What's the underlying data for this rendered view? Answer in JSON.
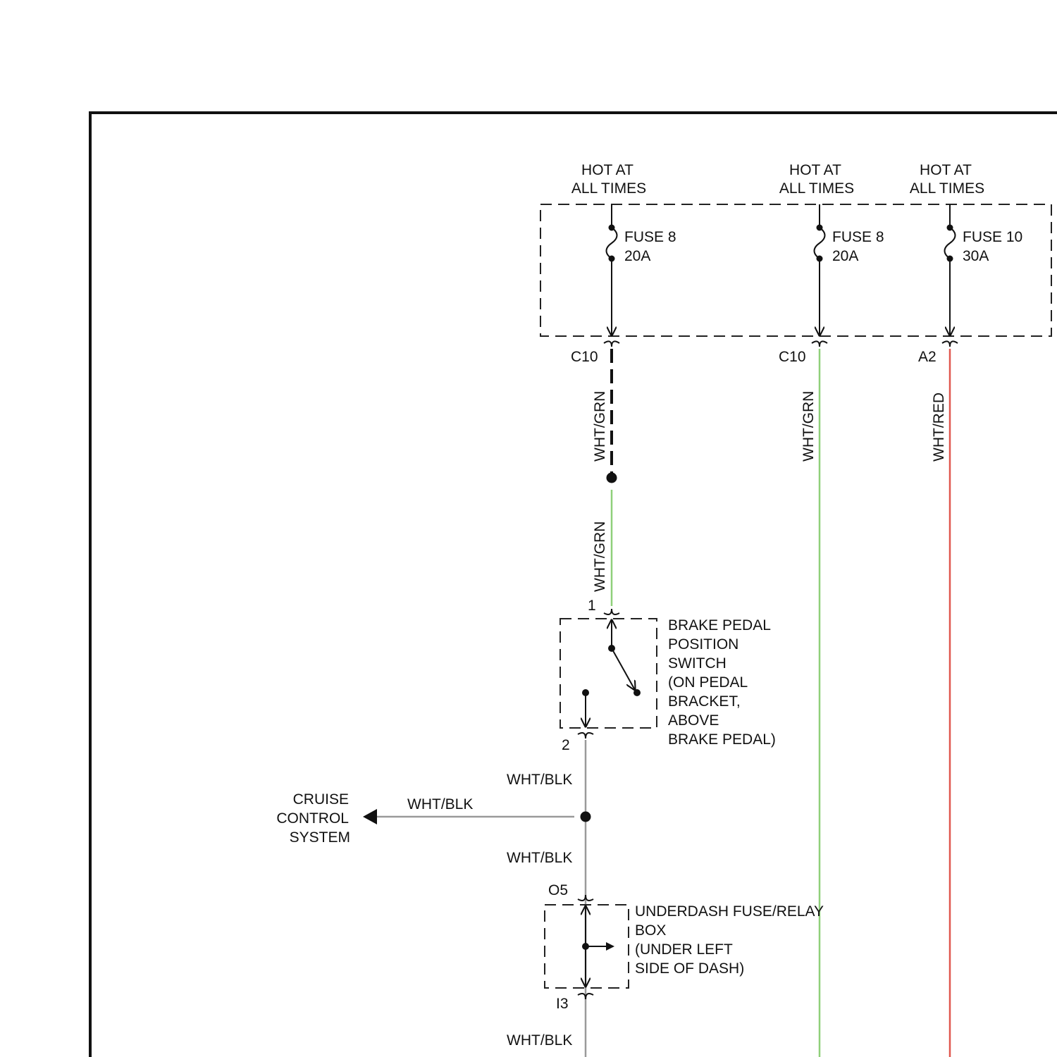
{
  "colors": {
    "wht_grn": "#8fd07a",
    "wht_red": "#e0574f",
    "wht_blk": "#9a9a9a"
  },
  "power": {
    "hot1": [
      "HOT AT",
      "ALL TIMES"
    ],
    "hot2": [
      "HOT AT",
      "ALL TIMES"
    ],
    "hot3": [
      "HOT AT",
      "ALL TIMES"
    ]
  },
  "fuses": {
    "f1": [
      "FUSE 8",
      "20A"
    ],
    "f2": [
      "FUSE 8",
      "20A"
    ],
    "f3": [
      "FUSE 10",
      "30A"
    ]
  },
  "connectors": {
    "c1": "C10",
    "c2": "C10",
    "c3": "A2",
    "pin1": "1",
    "pin2": "2",
    "o5": "O5",
    "i3": "I3"
  },
  "wires": {
    "w1": "WHT/GRN",
    "w2": "WHT/GRN",
    "w3": "WHT/GRN",
    "w4": "WHT/RED",
    "w5": "WHT/BLK",
    "w6": "WHT/BLK",
    "w7": "WHT/BLK",
    "w8": "WHT/BLK"
  },
  "components": {
    "brake_switch": [
      "BRAKE PEDAL",
      "POSITION",
      "SWITCH",
      "(ON PEDAL",
      "BRACKET,",
      "ABOVE",
      "BRAKE PEDAL)"
    ],
    "cruise": [
      "CRUISE",
      "CONTROL",
      "SYSTEM"
    ],
    "underdash": [
      "UNDERDASH FUSE/RELAY",
      "BOX",
      "(UNDER LEFT",
      "SIDE OF DASH)"
    ]
  }
}
